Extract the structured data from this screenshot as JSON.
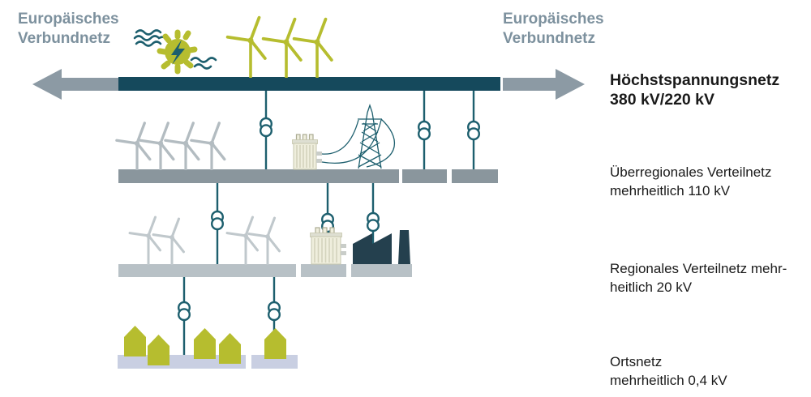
{
  "labels": {
    "top_left": {
      "line1": "Europäisches",
      "line2": "Verbundnetz"
    },
    "top_right": {
      "line1": "Europäisches",
      "line2": "Verbundnetz"
    },
    "level1": {
      "line1": "Höchstspannungsnetz",
      "line2": "380 kV/220 kV"
    },
    "level2": {
      "line1": "Überregionales Verteilnetz",
      "line2": "mehrheitlich 110 kV"
    },
    "level3": {
      "line1": "Regionales Verteilnetz mehr-",
      "line2": "heitlich 20 kV"
    },
    "level4": {
      "line1": "Ortsnetz",
      "line2": "mehrheitlich 0,4 kV"
    }
  },
  "icons": [
    "arrow-left-icon",
    "arrow-right-icon",
    "hydro-power-icon",
    "wind-turbine-icon",
    "transformer-icon",
    "substation-icon",
    "power-pylon-icon",
    "factory-icon",
    "house-icon"
  ],
  "colors": {
    "dark_teal": "#15495c",
    "line_teal": "#1d5f6e",
    "olive": "#b6bd2f",
    "arrow_grey": "#8c9aa4",
    "text_greyblue": "#7d919e",
    "bar2": "#8a969d",
    "bar3": "#b8c1c6",
    "bar4": "#c9cfe2",
    "turbine2": "#b3bcc1",
    "turbine3": "#c0c8cc",
    "cream": "#efeedd",
    "factory": "#24404e",
    "text_black": "#1a1a1a"
  }
}
